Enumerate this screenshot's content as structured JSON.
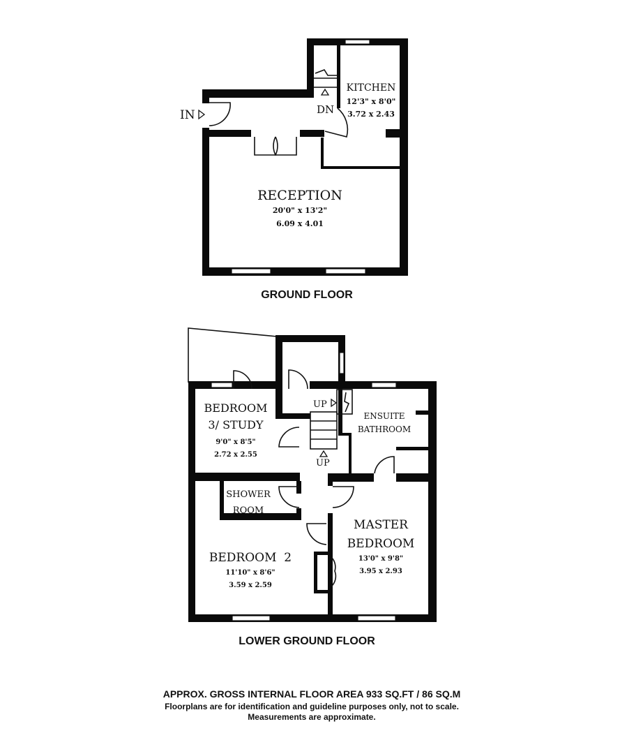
{
  "ground_floor": {
    "title": "GROUND FLOOR",
    "entrance_label": "IN",
    "stairs_label": "DN",
    "rooms": [
      {
        "name": "KITCHEN",
        "imperial": "12'3\" x 8'0\"",
        "metric": "3.72 x 2.43"
      },
      {
        "name": "RECEPTION",
        "imperial": "20'0\" x 13'2\"",
        "metric": "6.09 x 4.01"
      }
    ]
  },
  "lower_ground_floor": {
    "title": "LOWER GROUND FLOOR",
    "stairs_labels": [
      "UP",
      "UP"
    ],
    "rooms": [
      {
        "name_line1": "BEDROOM",
        "name_line2": "3/ STUDY",
        "imperial": "9'0\" x 8'5\"",
        "metric": "2.72 x 2.55"
      },
      {
        "name_line1": "ENSUITE",
        "name_line2": "BATHROOM"
      },
      {
        "name_line1": "SHOWER",
        "name_line2": "ROOM"
      },
      {
        "name_line1": "MASTER",
        "name_line2": "BEDROOM",
        "imperial": "13'0\" x 9'8\"",
        "metric": "3.95 x 2.93"
      },
      {
        "name_line1": "BEDROOM  2",
        "imperial": "11'10\" x 8'6\"",
        "metric": "3.59 x 2.59"
      }
    ]
  },
  "footer": {
    "area": "APPROX. GROSS INTERNAL FLOOR AREA 933 SQ.FT / 86 SQ.M",
    "disclaimer1": "Floorplans are for identification and guideline purposes only, not to scale.",
    "disclaimer2": "Measurements are approximate."
  }
}
